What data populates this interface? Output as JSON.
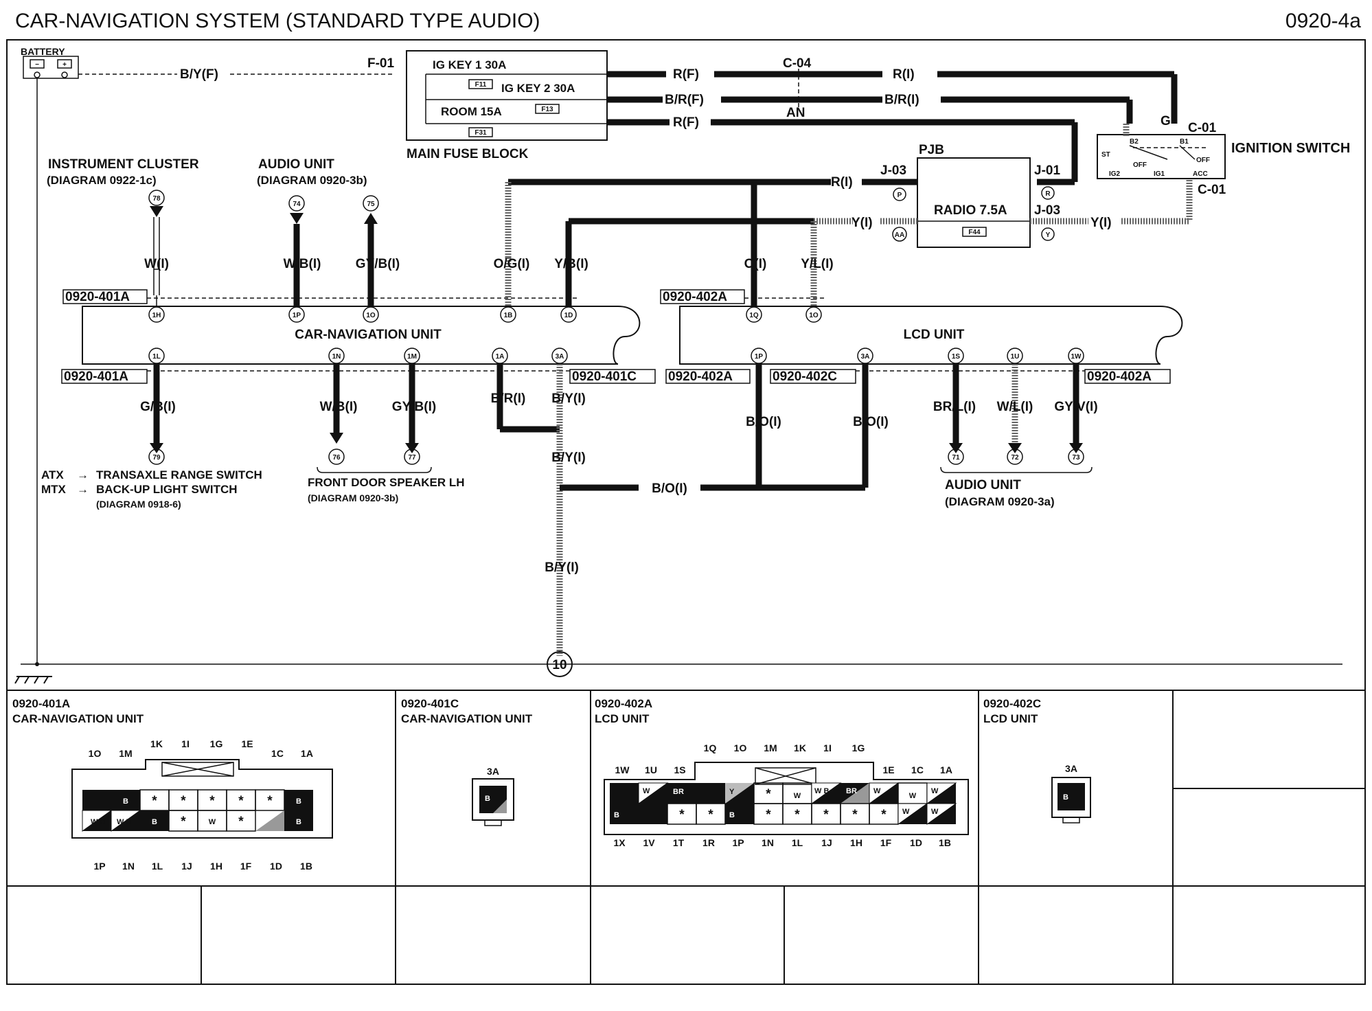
{
  "title": "CAR-NAVIGATION SYSTEM (STANDARD TYPE AUDIO)",
  "page_code": "0920-4a",
  "power": {
    "battery": "BATTERY",
    "battery_wire": "B/Y(F)",
    "fuse_block_conn": "F-01",
    "fuse_ig1": "IG KEY 1 30A",
    "fuse_ig1_code": "F11",
    "fuse_ig2": "IG KEY 2 30A",
    "fuse_ig2_code": "F13",
    "fuse_room": "ROOM 15A",
    "fuse_room_code": "F31",
    "fuse_block": "MAIN FUSE BLOCK",
    "wire_rf": "R(F)",
    "wire_brf": "B/R(F)",
    "wire_rf2": "R(F)",
    "joint_c04": "C-04",
    "joint_an": "AN",
    "wire_ri": "R(I)",
    "wire_bri": "B/R(I)",
    "ign_conn_g": "G",
    "ign_conn_top": "C-01",
    "ign_conn_bottom": "C-01",
    "ign_switch": "IGNITION SWITCH",
    "ign_b2": "B2",
    "ign_b1": "B1",
    "ign_st": "ST",
    "ign_off1": "OFF",
    "ign_off2": "OFF",
    "ign_ig2": "IG2",
    "ign_ig1": "IG1",
    "ign_acc": "ACC",
    "pjb": "PJB",
    "pjb_j03_left": "J-03",
    "pjb_j01": "J-01",
    "pjb_j03_right": "J-03",
    "pjb_p": "P",
    "pjb_r": "R",
    "pjb_aa": "AA",
    "pjb_y": "Y",
    "radio_fuse": "RADIO 7.5A",
    "radio_fuse_code": "F44",
    "wire_ri_pjb": "R(I)",
    "wire_yi_left": "Y(I)",
    "wire_yi_right": "Y(I)"
  },
  "refs": {
    "instrument_cluster": "INSTRUMENT CLUSTER",
    "instrument_diagram": "(DIAGRAM 0922-1c)",
    "audio_unit_top": "AUDIO UNIT",
    "audio_unit_top_diagram": "(DIAGRAM 0920-3b)",
    "ref78": "78",
    "ref74": "74",
    "ref75": "75",
    "ref79": "79",
    "ref76": "76",
    "ref77": "77",
    "ref71": "71",
    "ref72": "72",
    "ref73": "73",
    "atx": "ATX",
    "mtx": "MTX",
    "atx_target": "TRANSAXLE RANGE SWITCH",
    "mtx_target": "BACK-UP LIGHT SWITCH",
    "mtx_diagram": "(DIAGRAM 0918-6)",
    "front_door": "FRONT DOOR SPEAKER LH",
    "front_door_diagram": "(DIAGRAM 0920-3b)",
    "audio_unit_bottom": "AUDIO UNIT",
    "audio_unit_bottom_diagram": "(DIAGRAM 0920-3a)",
    "ground": "10"
  },
  "nav_unit": {
    "name": "CAR-NAVIGATION UNIT",
    "conn_top": "0920-401A",
    "conn_bottom_left": "0920-401A",
    "conn_bottom_right": "0920-401C",
    "pins_top": [
      "1H",
      "1P",
      "1O",
      "1B",
      "1D"
    ],
    "pins_bottom": [
      "1L",
      "1N",
      "1M",
      "1A",
      "3A"
    ],
    "wires_top": [
      "W(I)",
      "W/B(I)",
      "GY/B(I)",
      "O/G(I)",
      "Y/B(I)"
    ],
    "wires_bottom": [
      "G/B(I)",
      "W/B(I)",
      "GY/B(I)",
      "B/R(I)",
      "B/Y(I)"
    ],
    "wire_by2": "B/Y(I)",
    "wire_by3": "B/Y(I)"
  },
  "lcd_unit": {
    "name": "LCD UNIT",
    "conn_top": "0920-402A",
    "conn_bottom_a": "0920-402A",
    "conn_bottom_c": "0920-402C",
    "conn_bottom_a2": "0920-402A",
    "pins_top": [
      "1Q",
      "1O"
    ],
    "pins_bottom": [
      "1P",
      "3A",
      "1S",
      "1U",
      "1W"
    ],
    "wires_top": [
      "O(I)",
      "Y/L(I)"
    ],
    "wires_bottom": [
      "B/O(I)",
      "B/O(I)",
      "BR/L(I)",
      "W/L(I)",
      "GY/V(I)"
    ],
    "wire_bo_join": "B/O(I)"
  },
  "connectors": [
    {
      "code": "0920-401A",
      "unit": "CAR-NAVIGATION UNIT",
      "top_labels": [
        "1O",
        "1M",
        "1K",
        "1I",
        "1G",
        "1E",
        "1C",
        "1A"
      ],
      "bottom_labels": [
        "1P",
        "1N",
        "1L",
        "1J",
        "1H",
        "1F",
        "1D",
        "1B"
      ],
      "row1": [
        "",
        "B",
        "*",
        "*",
        "*",
        "*",
        "*",
        "B"
      ],
      "row2": [
        "W B",
        "W B",
        "B",
        "*",
        "W",
        "*",
        "",
        "B"
      ]
    },
    {
      "code": "0920-401C",
      "unit": "CAR-NAVIGATION UNIT",
      "pin": "3A",
      "cell": "B"
    },
    {
      "code": "0920-402A",
      "unit": "LCD UNIT",
      "top_labels": [
        "1Q",
        "1O",
        "1M",
        "1K",
        "1I",
        "1G"
      ],
      "side_left": [
        "1W",
        "1U",
        "1S"
      ],
      "side_right": [
        "1E",
        "1C",
        "1A"
      ],
      "bottom_labels": [
        "1X",
        "1V",
        "1T",
        "1R",
        "1P",
        "1N",
        "1L",
        "1J",
        "1H",
        "1F",
        "1D",
        "1B"
      ],
      "row1": [
        "",
        "W",
        "BR",
        "",
        "Y",
        "",
        "*",
        "W",
        "W B",
        "BR",
        "W",
        "W",
        "W"
      ],
      "row2": [
        "B",
        "",
        "*",
        "*",
        "B",
        "*",
        "*",
        "*",
        "*",
        "*",
        "W",
        "W"
      ]
    },
    {
      "code": "0920-402C",
      "unit": "LCD UNIT",
      "pin": "3A",
      "cell": "B"
    }
  ]
}
